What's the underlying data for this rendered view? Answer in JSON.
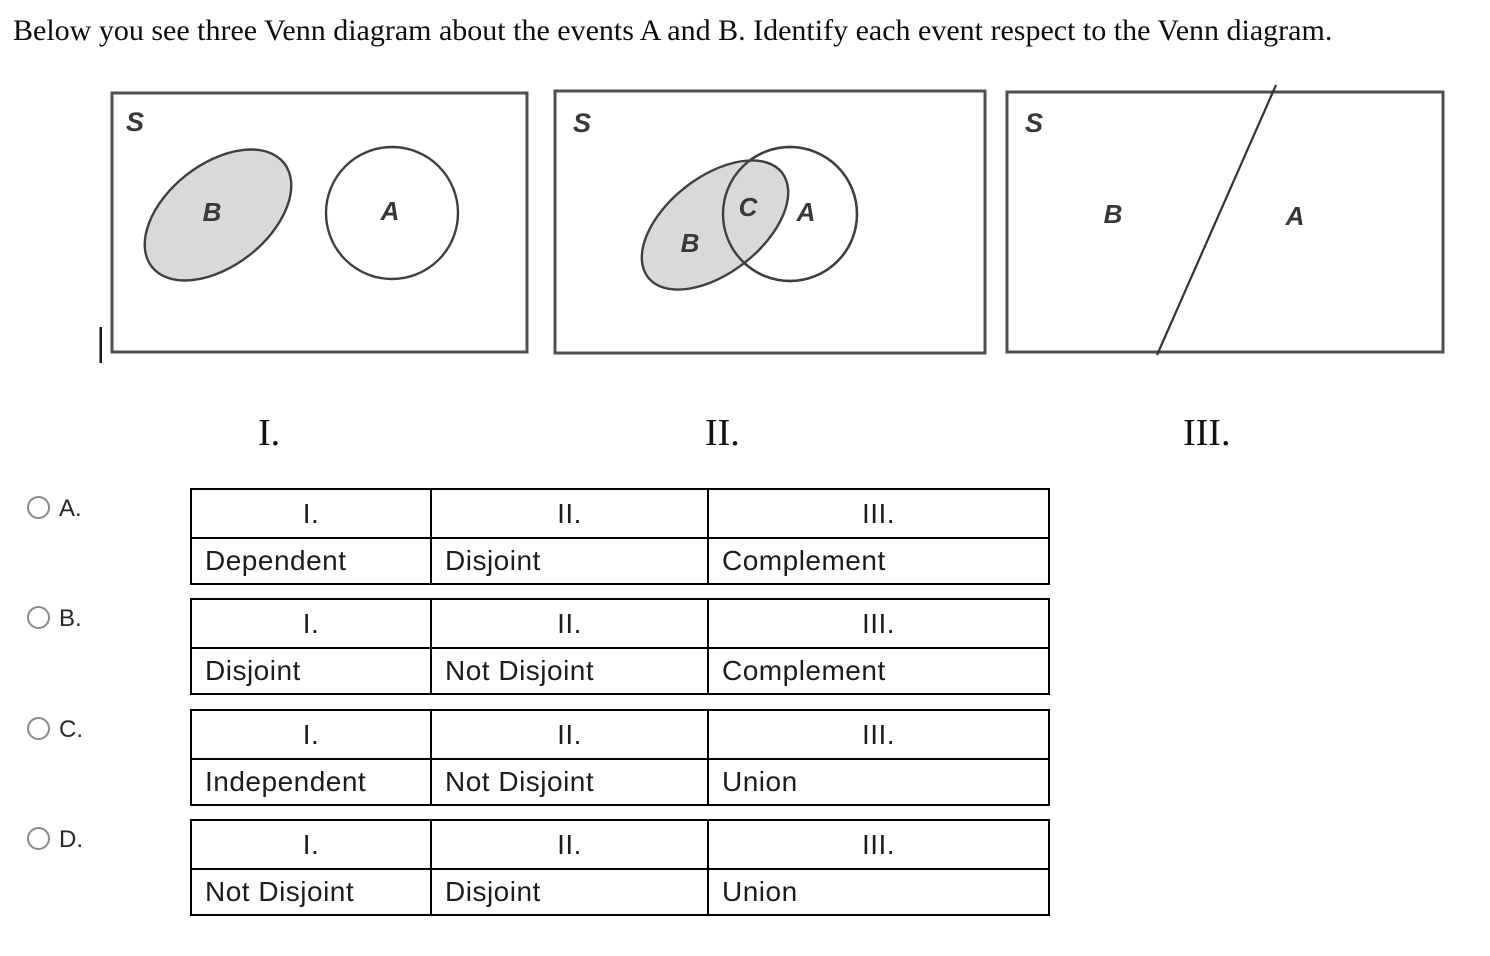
{
  "title": "Below you see three Venn diagram about the events A and B. Identify each event respect to the Venn diagram.",
  "colors": {
    "shade": "#d9d9d9",
    "shape-stroke": "#3f3f3f",
    "frame-stroke": "#4f4f4f",
    "table-border": "#000000",
    "radio-border": "#8a8a8a",
    "text": "#1c1c1c"
  },
  "diagrams": {
    "universe_label": "S",
    "event_a_label": "A",
    "event_b_label": "B",
    "intersection_label": "C",
    "numerals": [
      "I.",
      "II.",
      "III."
    ]
  },
  "table_headers": [
    "I.",
    "II.",
    "III."
  ],
  "options": [
    {
      "letter": "A.",
      "cells": [
        "Dependent",
        "Disjoint",
        "Complement"
      ]
    },
    {
      "letter": "B.",
      "cells": [
        "Disjoint",
        "Not Disjoint",
        "Complement"
      ]
    },
    {
      "letter": "C.",
      "cells": [
        "Independent",
        "Not Disjoint",
        "Union"
      ]
    },
    {
      "letter": "D.",
      "cells": [
        "Not Disjoint",
        "Disjoint",
        "Union"
      ]
    }
  ]
}
